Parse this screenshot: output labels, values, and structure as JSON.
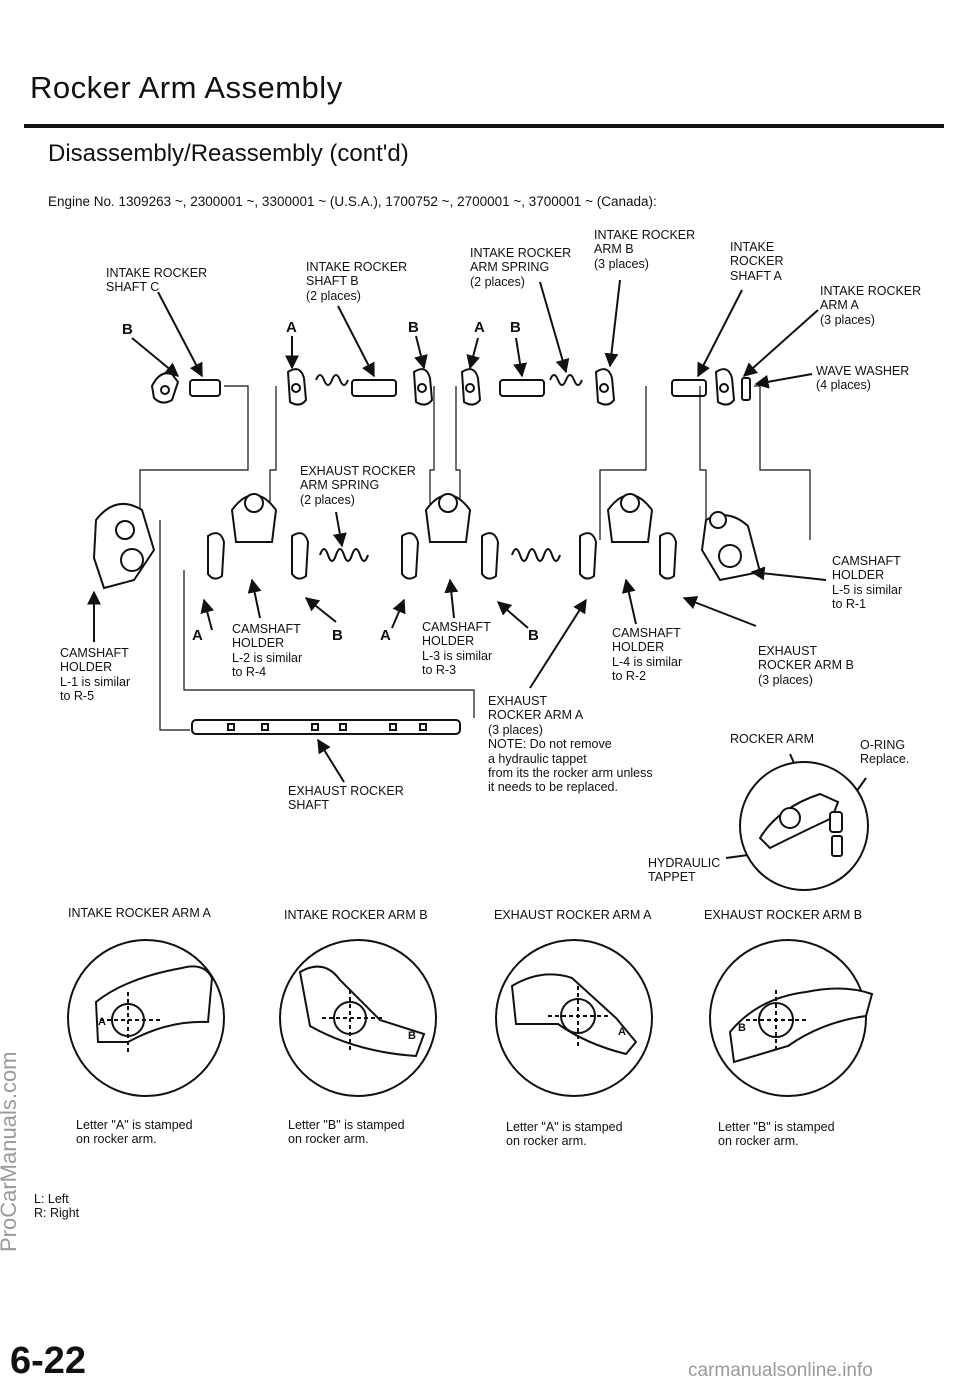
{
  "header": {
    "title": "Rocker Arm Assembly",
    "subtitle": "Disassembly/Reassembly (cont'd)",
    "engine_note": "Engine No. 1309263 ~, 2300001 ~, 3300001 ~ (U.S.A.), 1700752 ~, 2700001 ~, 3700001 ~ (Canada):"
  },
  "labels": {
    "intake_shaft_c": "INTAKE ROCKER\nSHAFT C",
    "intake_shaft_b": "INTAKE ROCKER\nSHAFT B\n(2 places)",
    "intake_arm_spring": "INTAKE ROCKER\nARM SPRING\n(2 places)",
    "intake_arm_b": "INTAKE ROCKER\nARM B\n(3 places)",
    "intake_shaft_a": "INTAKE\nROCKER\nSHAFT A",
    "intake_arm_a": "INTAKE ROCKER\nARM A\n(3 places)",
    "wave_washer": "WAVE WASHER\n(4 places)",
    "exhaust_arm_spring": "EXHAUST ROCKER\nARM SPRING\n(2 places)",
    "camshaft_l5": "CAMSHAFT\nHOLDER\nL-5 is similar\nto R-1",
    "camshaft_l1": "CAMSHAFT\nHOLDER\nL-1 is similar\nto R-5",
    "camshaft_l2": "CAMSHAFT\nHOLDER\nL-2 is similar\nto R-4",
    "camshaft_l3": "CAMSHAFT\nHOLDER\nL-3 is similar\nto R-3",
    "camshaft_l4": "CAMSHAFT\nHOLDER\nL-4 is similar\nto R-2",
    "exhaust_arm_b": "EXHAUST\nROCKER ARM B\n(3 places)",
    "exhaust_arm_a": "EXHAUST\nROCKER ARM A\n(3 places)\nNOTE: Do not remove\na hydraulic tappet\nfrom its the rocker arm unless\nit needs to be replaced.",
    "exhaust_shaft": "EXHAUST ROCKER\nSHAFT",
    "rocker_arm": "ROCKER ARM",
    "o_ring": "O-RING\nReplace.",
    "hydraulic_tappet": "HYDRAULIC\nTAPPET",
    "letter_a": "A",
    "letter_b": "B"
  },
  "detail_views": [
    {
      "title": "INTAKE ROCKER ARM A",
      "caption": "Letter \"A\" is stamped\non rocker arm.",
      "letter": "A"
    },
    {
      "title": "INTAKE ROCKER ARM B",
      "caption": "Letter \"B\" is stamped\non rocker arm.",
      "letter": "B"
    },
    {
      "title": "EXHAUST ROCKER ARM A",
      "caption": "Letter \"A\" is stamped\non rocker arm.",
      "letter": "A"
    },
    {
      "title": "EXHAUST ROCKER ARM B",
      "caption": "Letter \"B\" is stamped\non rocker arm.",
      "letter": "B"
    }
  ],
  "legend": "L: Left\nR: Right",
  "watermark_side": "ProCarManuals.com",
  "page_number": "6-22",
  "footer_watermark": "carmanualsonline.info"
}
